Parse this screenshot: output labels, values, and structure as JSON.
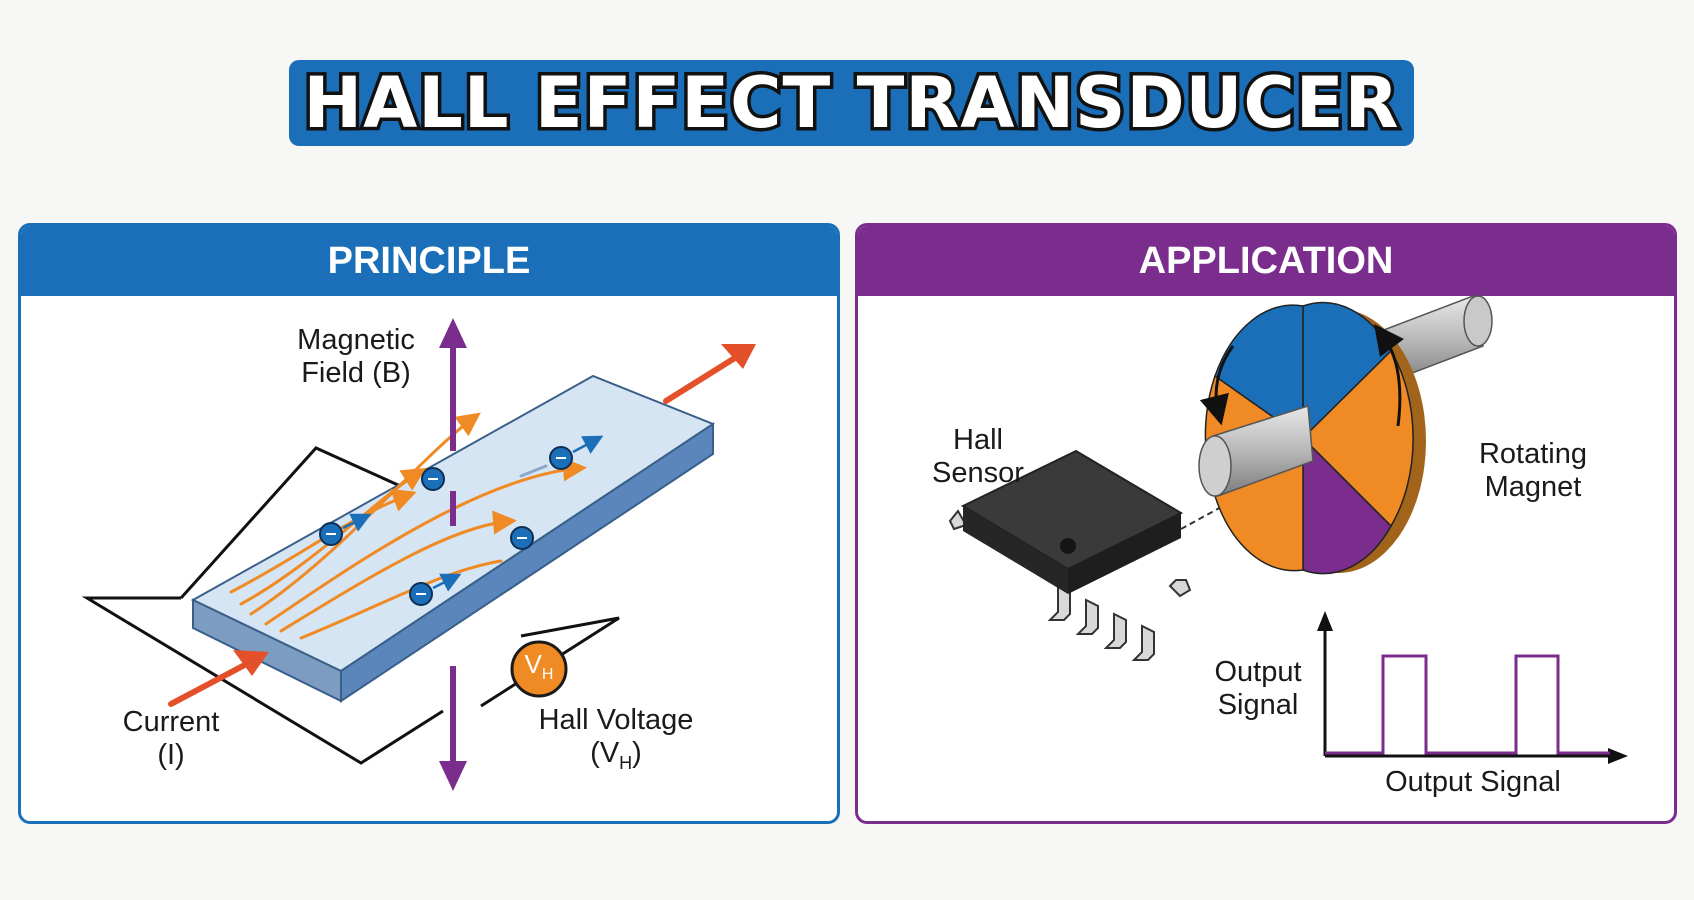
{
  "title": "HALL EFFECT TRANSDUCER",
  "principle": {
    "header": "PRINCIPLE",
    "magnetic_field_label_1": "Magnetic",
    "magnetic_field_label_2": "Field (B)",
    "current_label_1": "Current",
    "current_label_2": "(I)",
    "meter_symbol": "V",
    "meter_subscript": "H",
    "hall_voltage_label_1": "Hall Voltage",
    "hall_voltage_label_2_pre": "(V",
    "hall_voltage_label_2_sub": "H",
    "hall_voltage_label_2_post": ")"
  },
  "application": {
    "header": "APPLICATION",
    "hall_sensor_label_1": "Hall",
    "hall_sensor_label_2": "Sensor",
    "rotating_magnet_label_1": "Rotating",
    "rotating_magnet_label_2": "Magnet",
    "output_signal_label_1": "Output",
    "output_signal_label_2": "Signal",
    "output_signal_axis_label": "Output Signal"
  },
  "colors": {
    "blue": "#1b6fb8",
    "purple": "#7b2d8e",
    "orange": "#f08a24",
    "red_arrow": "#e4502a"
  }
}
